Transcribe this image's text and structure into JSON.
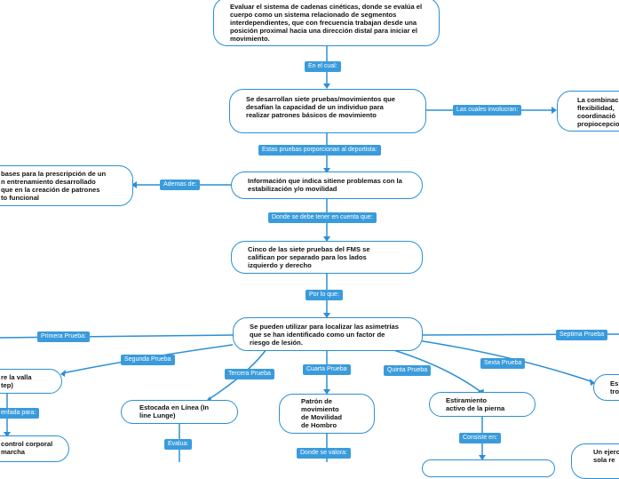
{
  "nodes": {
    "root": "Evaluar el sistema de cadenas cinéticas, donde se evalúa el cuerpo como un sistema relacionado de segmentos interdependientes, que con frecuencia trabajan desde una posición proximal hacia una dirección distal para iniciar el movimiento.",
    "seven_tests": "Se desarrollan siete pruebas/movimientos que desafían la capacidad de un individuo para realizar patrones básicos de movimiento",
    "combination": "La combinac\nflexibilidad,\ncoordinació\npropiocepcio",
    "information": "Información que indica sitiene problemas con la estabilización y/o movilidad",
    "bases": "bases para la prescripción de un\nn entrenamiento desarrollado\nque en la creación de patrones\nto funcional",
    "five_of_seven": "Cinco de las siete pruebas del FMS se califican por separado para los lados izquierdo y derecho",
    "asymmetries": "Se pueden utilizar para localizar las asimetrías que se han identificado como un factor de riesgo de lesión.",
    "valla": "re la valla\ntep)",
    "control": "control corporal\nmarcha",
    "lunge": "Estocada en Línea (In line Lunge)",
    "shoulder": "Patrón de movimiento de Movilidad de Hombro",
    "leg_raise": "Estiramiento activo de la pierna",
    "sixth": "Es\ntro",
    "ejer": "Un ejerc\nsola re"
  },
  "links": {
    "en_el_cual": "En el cual:",
    "involucran": "Las cuales involucran:",
    "proporcionan": "Estas pruebas porporcionan al deportista:",
    "ademas": "Ademas de:",
    "donde_tener": "Donde se debe tener en cuenta que:",
    "por_lo_que": "Por lo que:",
    "primera": "Primera Prueba:",
    "segunda": "Segunda Prueba",
    "tercera": "Tercera Prueba",
    "cuarta": "Cuarta Prueba",
    "quinta": "Quinta Prueba",
    "sexta": "Sexta Prueba",
    "septima": "Septima Prueba",
    "enfada": "enfada para:",
    "evalua": "Evalua:",
    "se_valora": "Donde se valora:",
    "consiste": "Consiste en:"
  },
  "colors": {
    "line": "#2b8fd6",
    "tag": "#3a9bdc"
  }
}
